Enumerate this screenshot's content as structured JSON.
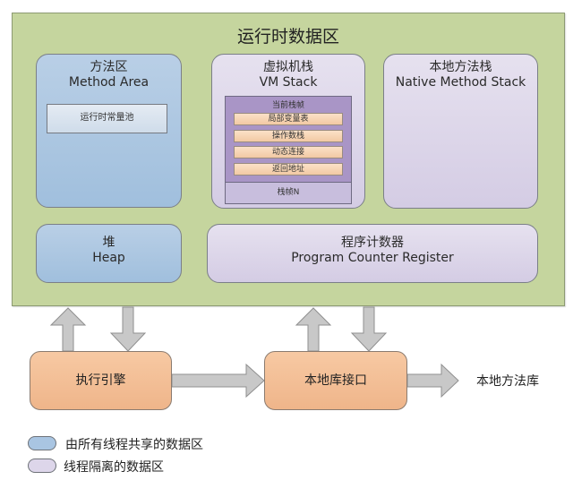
{
  "runtime_data_area": {
    "title": "运行时数据区",
    "method_area": {
      "zh": "方法区",
      "en": "Method Area",
      "constant_pool": "运行时常量池"
    },
    "vm_stack": {
      "zh": "虚拟机栈",
      "en": "VM Stack",
      "current_frame_label": "当前栈帧",
      "frame_items": [
        "局部变量表",
        "操作数栈",
        "动态连接",
        "返回地址"
      ],
      "frame_n": "栈帧N"
    },
    "native_method_stack": {
      "zh": "本地方法栈",
      "en": "Native Method Stack"
    },
    "heap": {
      "zh": "堆",
      "en": "Heap"
    },
    "program_counter": {
      "zh": "程序计数器",
      "en": "Program Counter Register"
    }
  },
  "execution_engine": "执行引擎",
  "native_interface": "本地库接口",
  "native_library": "本地方法库",
  "legend": [
    {
      "label": "由所有线程共享的数据区",
      "color": "#a9c5e2"
    },
    {
      "label": "线程隔离的数据区",
      "color": "#ddd6ea"
    }
  ]
}
